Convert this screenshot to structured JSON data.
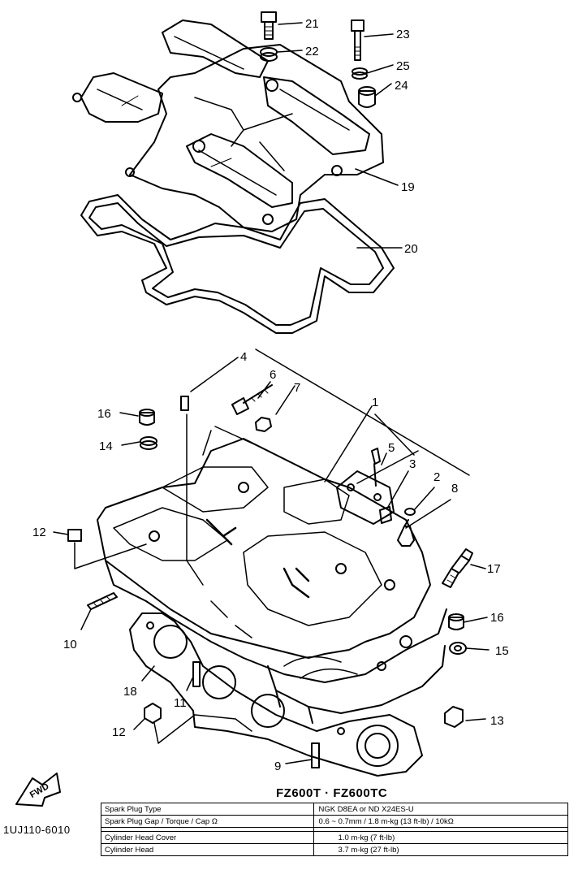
{
  "diagram": {
    "model_title": "FZ600T · FZ600TC",
    "part_code": "1UJ110-6010",
    "fwd_label": "FWD",
    "callouts": {
      "c1": "1",
      "c2": "2",
      "c3": "3",
      "c4": "4",
      "c5": "5",
      "c6": "6",
      "c7": "7",
      "c8": "8",
      "c9": "9",
      "c10": "10",
      "c11": "11",
      "c12a": "12",
      "c12b": "12",
      "c13": "13",
      "c14": "14",
      "c15": "15",
      "c16a": "16",
      "c16b": "16",
      "c17": "17",
      "c18": "18",
      "c19": "19",
      "c20": "20",
      "c21": "21",
      "c22": "22",
      "c23": "23",
      "c24": "24",
      "c25": "25"
    }
  },
  "spec_table": {
    "rows": [
      {
        "label": "Spark Plug Type",
        "value": "NGK D8EA or ND X24ES-U"
      },
      {
        "label": "Spark Plug Gap / Torque / Cap Ω",
        "value": "0.6 ~ 0.7mm / 1.8 m-kg (13 ft-lb) / 10kΩ"
      },
      {
        "label": "Cylinder Head Cover",
        "value": "1.0 m-kg (7 ft-lb)"
      },
      {
        "label": "Cylinder Head",
        "value": "3.7 m-kg (27 ft-lb)"
      }
    ]
  }
}
